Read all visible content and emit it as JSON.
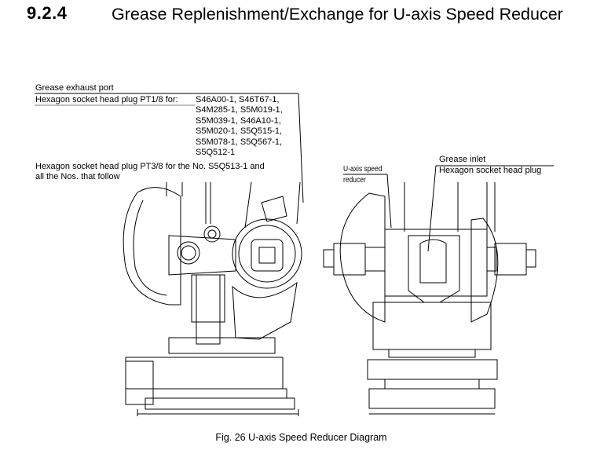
{
  "section": {
    "number": "9.2.4",
    "title": "Grease Replenishment/Exchange for U-axis Speed Reducer"
  },
  "figure": {
    "left_callouts": {
      "exhaust_port": "Grease exhaust port",
      "plug_pt18_prefix": "Hexagon socket head plug PT1/8 for:",
      "plug_pt18_models": [
        "S46A00-1, S46T67-1,",
        "S4M285-1, S5M019-1,",
        "S5M039-1, S46A10-1,",
        "S5M020-1, S5Q515-1,",
        "S5M078-1, S5Q567-1,",
        "S5Q512-1"
      ],
      "plug_pt38_line1": "Hexagon socket head plug PT3/8 for the No. S5Q513-1 and",
      "plug_pt38_line2": "all the Nos. that follow"
    },
    "right_callouts": {
      "reducer_line1": "U-axis speed",
      "reducer_line2": "reducer",
      "grease_inlet": "Grease inlet",
      "inlet_plug": "Hexagon socket head plug"
    },
    "caption": "Fig. 26  U-axis Speed Reducer Diagram"
  }
}
